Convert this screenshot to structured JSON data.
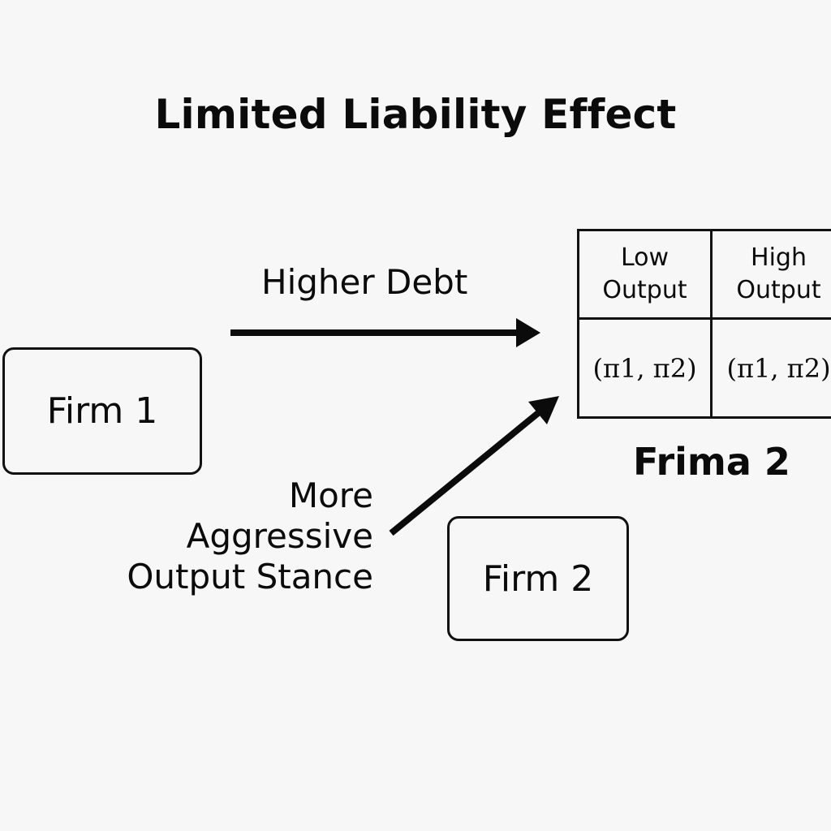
{
  "title": "Limited Liability Effect",
  "arrow_labels": {
    "higher_debt": "Higher Debt",
    "aggressive": [
      "More",
      "Aggressive",
      "Output Stance"
    ]
  },
  "boxes": {
    "firm1": "Firm 1",
    "firm2": "Firm 2"
  },
  "payoff_table": {
    "headers": [
      [
        "Low",
        "Output"
      ],
      [
        "High",
        "Output"
      ]
    ],
    "cells": [
      "(π1, π2)",
      "(π1, π2)"
    ],
    "caption": "Frima 2"
  }
}
